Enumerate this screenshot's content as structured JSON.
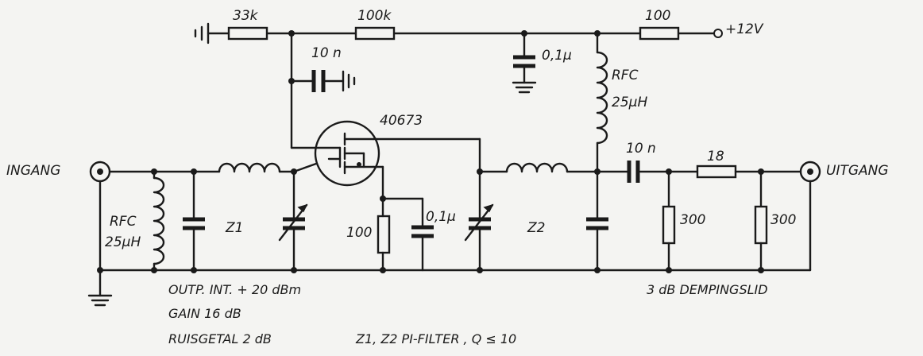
{
  "labels": {
    "r33k": "33k",
    "r100k": "100k",
    "r100_top": "100",
    "vcc": "+12V",
    "c10n_gate": "10 n",
    "c01u_top": "0,1µ",
    "rfc_right_1": "RFC",
    "rfc_right_2": "25µH",
    "fet": "40673",
    "c10n_out": "10 n",
    "r18": "18",
    "input": "INGANG",
    "output": "UITGANG",
    "rfc_left_1": "RFC",
    "rfc_left_2": "25µH",
    "z1": "Z1",
    "z2": "Z2",
    "r100_source": "100",
    "c01u_source": "0,1µ",
    "r300_a": "300",
    "r300_b": "300",
    "spec_power": "OUTP. INT. + 20 dBm",
    "spec_gain": "GAIN  16 dB",
    "spec_noise": "RUISGETAL  2 dB",
    "spec_filter": "Z1, Z2  PI-FILTER ,   Q ≤ 10",
    "attenuator": "3 dB DEMPINGSLID"
  }
}
